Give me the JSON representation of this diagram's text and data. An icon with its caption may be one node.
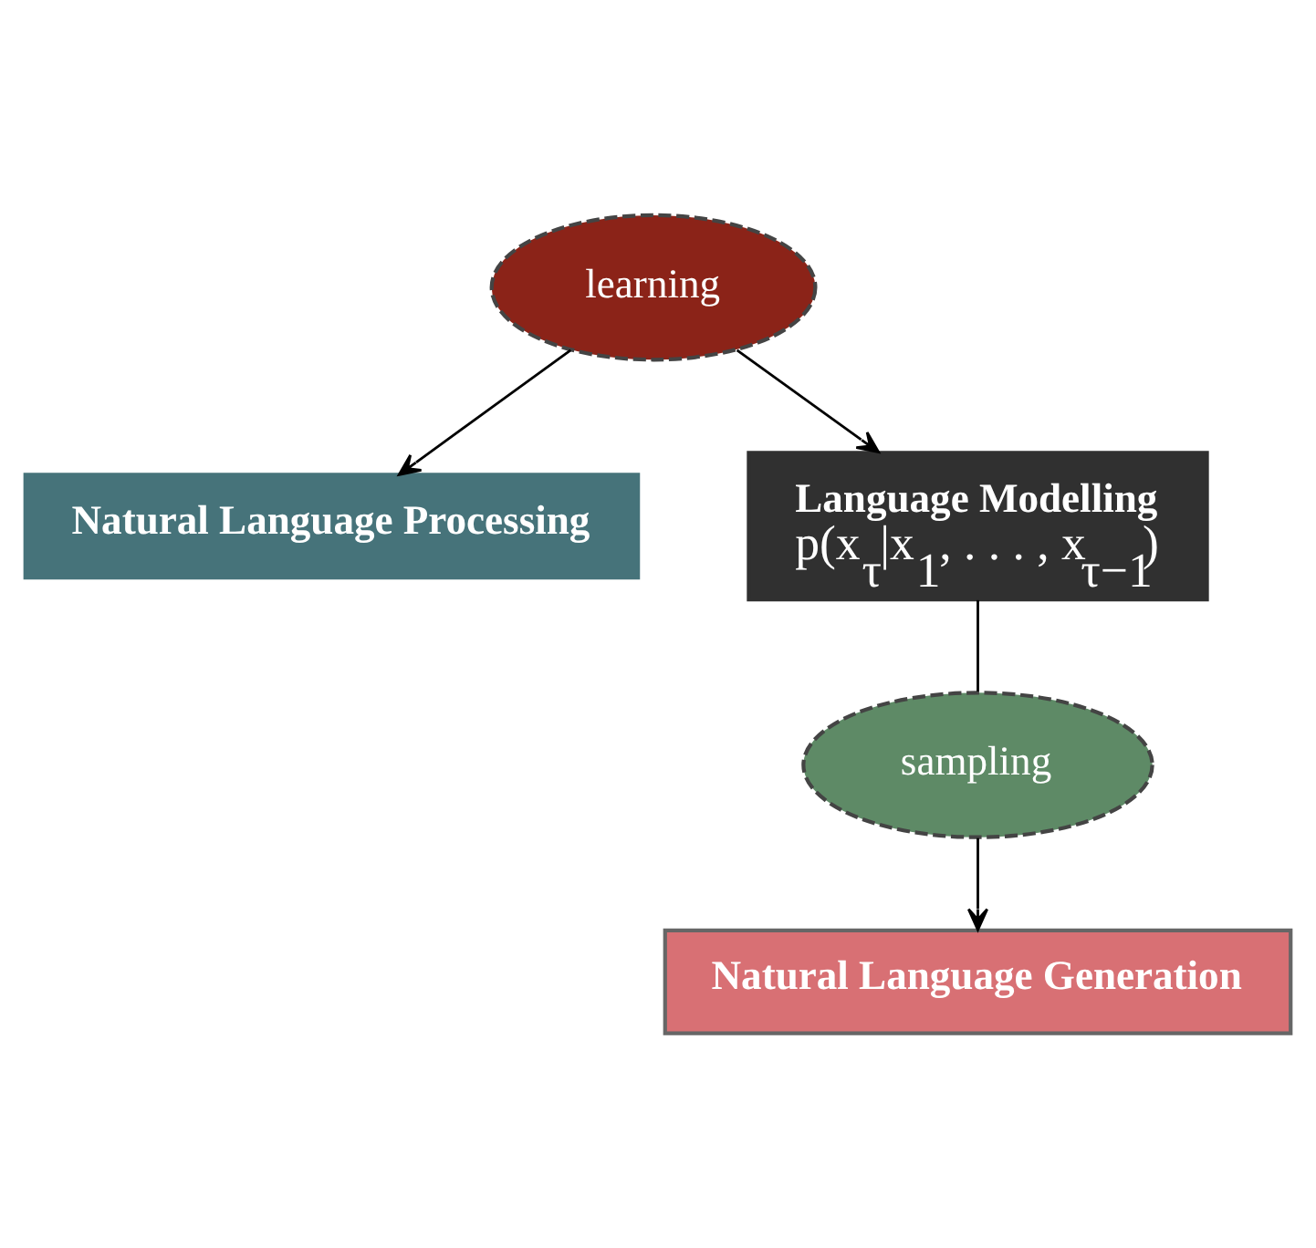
{
  "diagram": {
    "nodes": [
      {
        "text": [
          "Natural Language Processing"
        ]
      },
      {
        "text": [
          "learning"
        ]
      },
      {
        "text": [
          "Language Modelling",
          "p(x$_{τ}$|x$_{1}$, . . . , x$_{τ−1}$)"
        ]
      },
      {
        "text": [
          "sampling"
        ]
      },
      {
        "text": [
          "Natural Language Generation"
        ]
      }
    ],
    "edges": [
      {
        "from": 1,
        "to": 0,
        "arrow": "to"
      },
      {
        "from": 1,
        "to": 2,
        "arrow": "to"
      },
      {
        "from": 2,
        "to": 3,
        "arrow": "none"
      },
      {
        "from": 3,
        "to": 4,
        "arrow": "to"
      }
    ]
  }
}
